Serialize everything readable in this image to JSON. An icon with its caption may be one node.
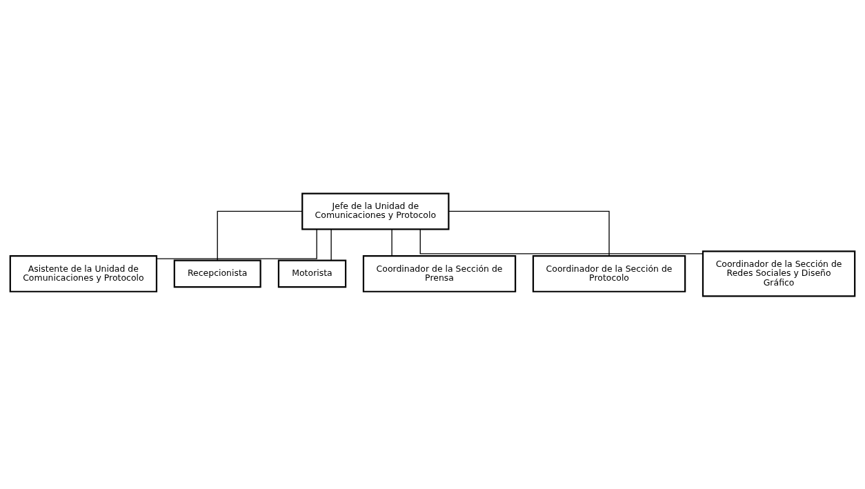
{
  "diagram": {
    "nodes": [
      {
        "text": [
          "Jefe de la Unidad de Comunicaciones y Protocolo"
        ]
      },
      {
        "text": [
          "Asistente de la Unidad de Comunicaciones y Protocolo"
        ]
      },
      {
        "text": [
          "Recepcionista"
        ]
      },
      {
        "text": [
          "Motorista"
        ]
      },
      {
        "text": [
          "Coordinador de la Sección de Prensa"
        ]
      },
      {
        "text": [
          "Coordinador de la Sección de Protocolo"
        ]
      },
      {
        "text": [
          "Coordinador de la Sección de Redes Sociales y Diseño Gráfico"
        ]
      }
    ],
    "edges": [
      {
        "from": 0,
        "to": 1,
        "arrow": "none"
      },
      {
        "from": 0,
        "to": 2,
        "arrow": "none"
      },
      {
        "from": 0,
        "to": 3,
        "arrow": "none"
      },
      {
        "from": 0,
        "to": 4,
        "arrow": "none"
      },
      {
        "from": 0,
        "to": 5,
        "arrow": "none"
      },
      {
        "from": 0,
        "to": 6,
        "arrow": "none"
      }
    ]
  }
}
